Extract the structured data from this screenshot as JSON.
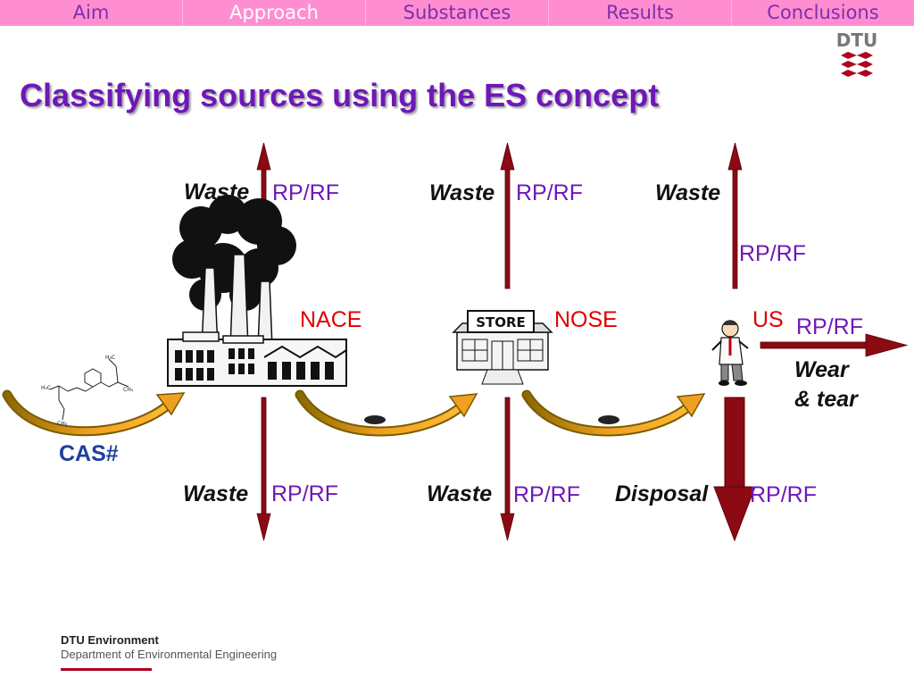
{
  "nav": {
    "tabs": [
      {
        "label": "Aim"
      },
      {
        "label": "Approach",
        "active": true
      },
      {
        "label": "Substances"
      },
      {
        "label": "Results"
      },
      {
        "label": "Conclusions"
      }
    ]
  },
  "logo": {
    "text": "DTU"
  },
  "title": "Classifying sources using the ES concept",
  "diagram": {
    "cas": "CAS#",
    "actors": {
      "industry": "NACE",
      "store": "NOSE",
      "user": "US"
    },
    "store_sign": "STORE",
    "waste": "Waste",
    "rprf": "RP/RF",
    "disposal": "Disposal",
    "wear_line1": "Wear",
    "wear_line2": "& tear"
  },
  "colors": {
    "nav_bg": "#ff8ed1",
    "title": "#6f18b8",
    "actor_red": "#e00000",
    "arrow_dark_red": "#8b0a14",
    "flow_orange": "#f0a020",
    "cas_blue": "#1f3fa0"
  },
  "footer": {
    "line1": "DTU Environment",
    "line2": "Department of Environmental Engineering"
  }
}
